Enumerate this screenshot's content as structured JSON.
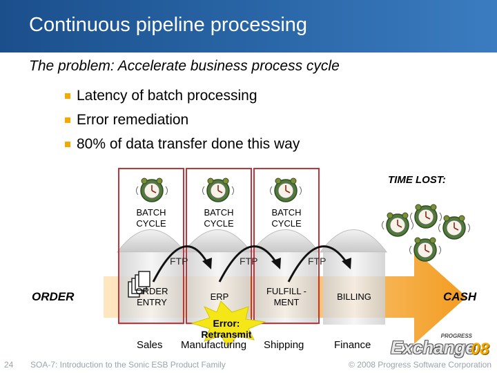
{
  "header": {
    "title": "Continuous pipeline processing",
    "band_color": "#2a67a8"
  },
  "subtitle": "The problem: Accelerate business process cycle",
  "bullets": [
    "Latency of batch processing",
    "Error remediation",
    "80% of data transfer done this way"
  ],
  "diagram": {
    "time_lost_label": "TIME LOST:",
    "batch_cycle_labels": [
      "BATCH\nCYCLE",
      "BATCH\nCYCLE",
      "BATCH\nCYCLE"
    ],
    "ftp_labels": [
      "FTP",
      "FTP",
      "FTP"
    ],
    "start_label": "ORDER",
    "end_label": "CASH",
    "stages": [
      "ORDER\nENTRY",
      "ERP",
      "FULFILL -\nMENT",
      "BILLING"
    ],
    "departments": [
      "Sales",
      "Manufacturing",
      "Shipping",
      "Finance"
    ],
    "error_callout": "Error:\nRetransmit",
    "highlight_color": "#c0343a",
    "arrow_color": "#f5a623",
    "icons": [
      "alarm-clock-icon",
      "document-stack-icon",
      "dome-building-icon"
    ]
  },
  "footer": {
    "page_number": "24",
    "caption": "SOA-7: Introduction to the Sonic ESB Product Family",
    "logo_text": "Exchange",
    "logo_year": "08",
    "logo_brand": "PROGRESS",
    "copyright": "© 2008 Progress Software Corporation"
  }
}
